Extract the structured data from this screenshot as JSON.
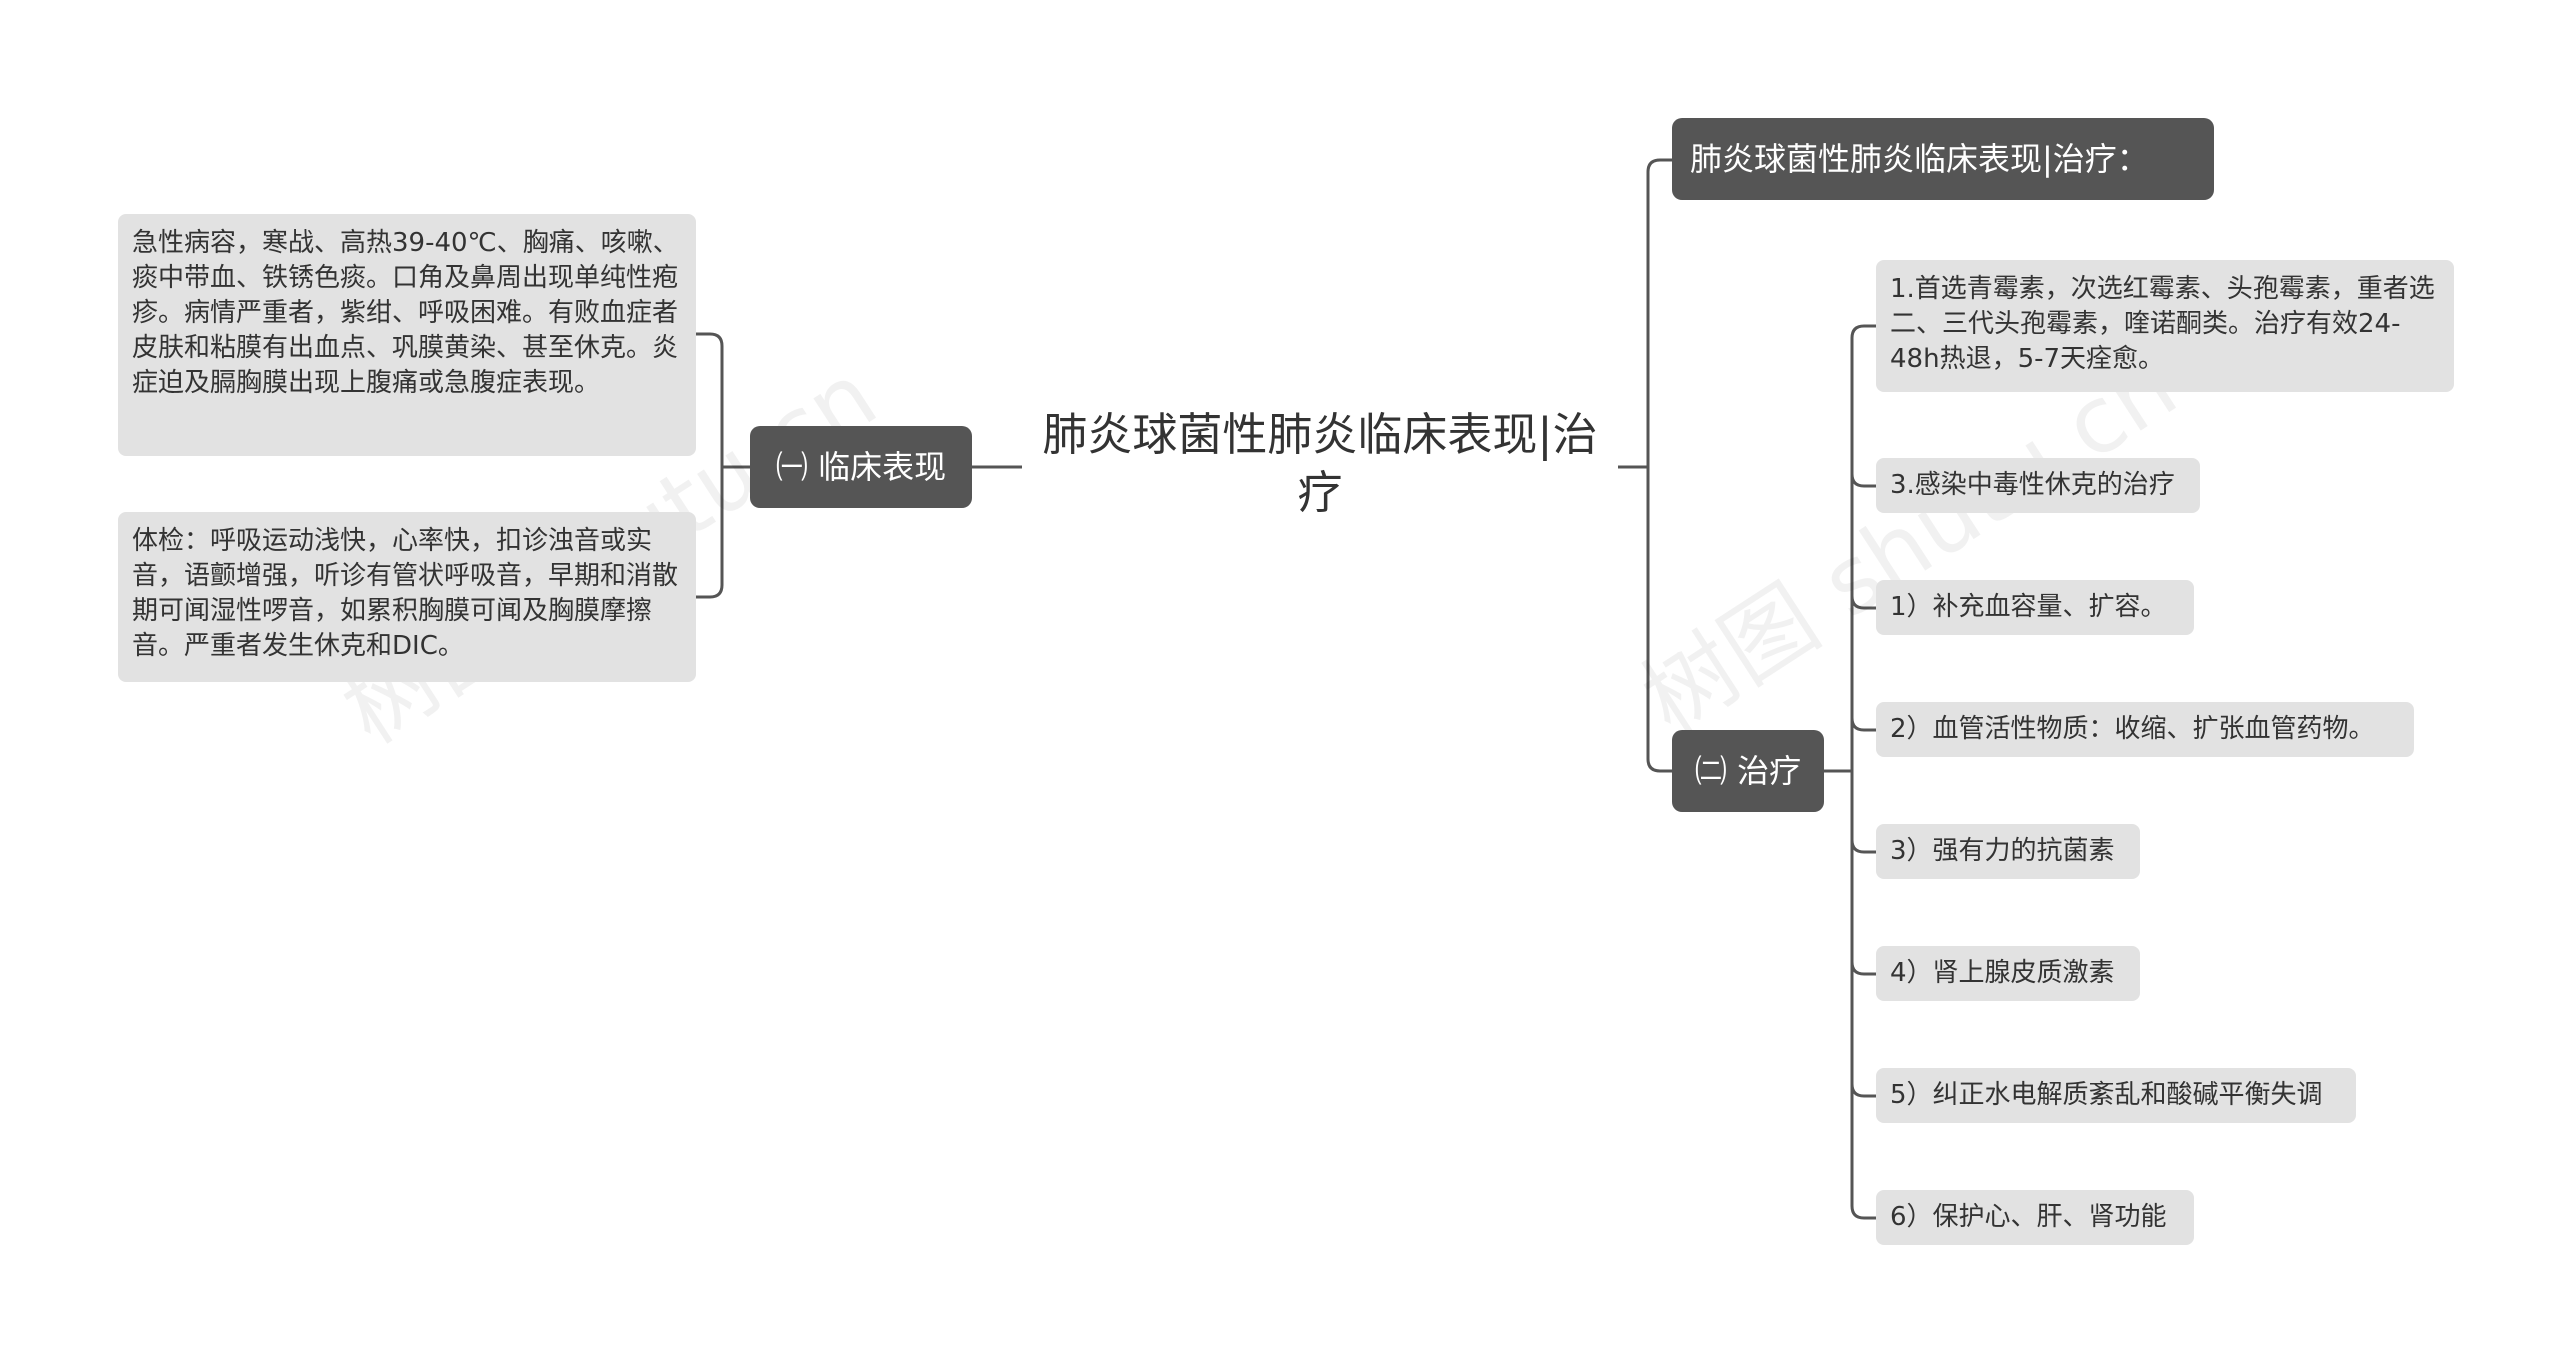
{
  "mindmap": {
    "root": "肺炎球菌性肺炎临床表现|治疗",
    "left_branch": {
      "label": "㈠ 临床表现",
      "children": [
        "急性病容，寒战、高热39-40℃、胸痛、咳嗽、痰中带血、铁锈色痰。口角及鼻周出现单纯性疱疹。病情严重者，紫绀、呼吸困难。有败血症者皮肤和粘膜有出血点、巩膜黄染、甚至休克。炎症迫及膈胸膜出现上腹痛或急腹症表现。",
        "体检：呼吸运动浅快，心率快，扣诊浊音或实音，语颤增强，听诊有管状呼吸音，早期和消散期可闻湿性啰音，如累积胸膜可闻及胸膜摩擦音。严重者发生休克和DIC。"
      ]
    },
    "right_top": {
      "label": "肺炎球菌性肺炎临床表现|治疗："
    },
    "right_branch": {
      "label": "㈡ 治疗",
      "children": [
        "1.首选青霉素，次选红霉素、头孢霉素，重者选二、三代头孢霉素，喹诺酮类。治疗有效24-48h热退，5-7天痊愈。",
        "3.感染中毒性休克的治疗",
        "1）补充血容量、扩容。",
        "2）血管活性物质：收缩、扩张血管药物。",
        "3）强有力的抗菌素",
        "4）肾上腺皮质激素",
        "5）纠正水电解质紊乱和酸碱平衡失调",
        "6）保护心、肝、肾功能"
      ]
    }
  },
  "watermark": "树图 shutu.cn",
  "colors": {
    "branch_bg": "#555555",
    "leaf_bg": "#e2e2e2",
    "edge": "#555555"
  }
}
